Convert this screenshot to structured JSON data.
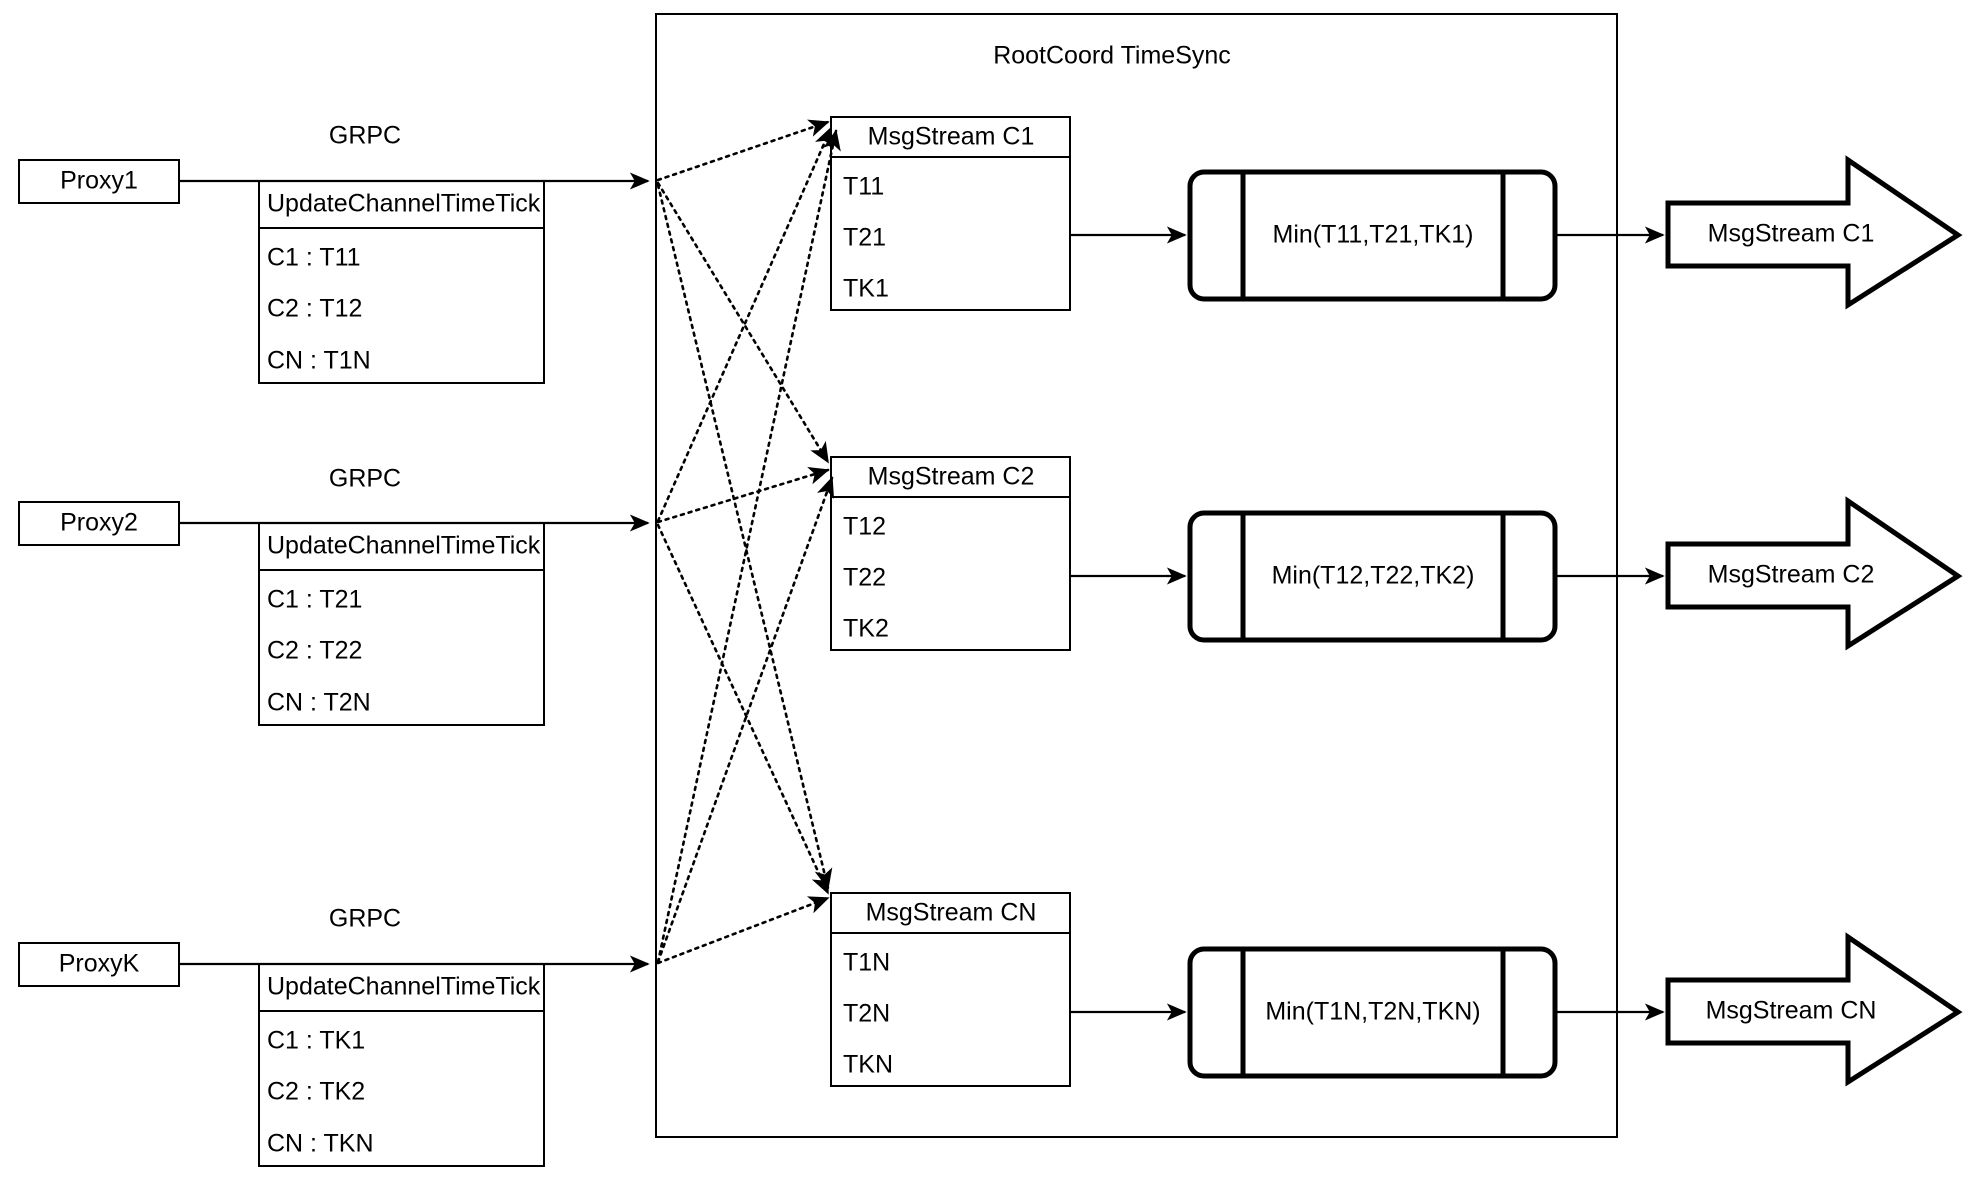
{
  "diagram": {
    "title": "RootCoord TimeSync",
    "container_label": "RootCoord TimeSync",
    "proxies": [
      {
        "name": "Proxy1",
        "link_label": "GRPC",
        "request_title": "UpdateChannelTimeTick",
        "rows": [
          "C1 :  T11",
          "C2 :  T12",
          "CN : T1N"
        ]
      },
      {
        "name": "Proxy2",
        "link_label": "GRPC",
        "request_title": "UpdateChannelTimeTick",
        "rows": [
          "C1 :  T21",
          "C2 :  T22",
          "CN : T2N"
        ]
      },
      {
        "name": "ProxyK",
        "link_label": "GRPC",
        "request_title": "UpdateChannelTimeTick",
        "rows": [
          "C1 :  TK1",
          "C2 :  TK2",
          "CN : TKN"
        ]
      }
    ],
    "channels": [
      {
        "stream_title": "MsgStream C1",
        "ticks": [
          "T11",
          "T21",
          "TK1"
        ],
        "min_label": "Min(T11,T21,TK1)",
        "output_label": "MsgStream C1"
      },
      {
        "stream_title": "MsgStream C2",
        "ticks": [
          "T12",
          "T22",
          "TK2"
        ],
        "min_label": "Min(T12,T22,TK2)",
        "output_label": "MsgStream C2"
      },
      {
        "stream_title": "MsgStream CN",
        "ticks": [
          "T1N",
          "T2N",
          "TKN"
        ],
        "min_label": "Min(T1N,T2N,TKN)",
        "output_label": "MsgStream CN"
      }
    ],
    "colors": {
      "stroke": "#000000",
      "background": "#ffffff"
    }
  }
}
